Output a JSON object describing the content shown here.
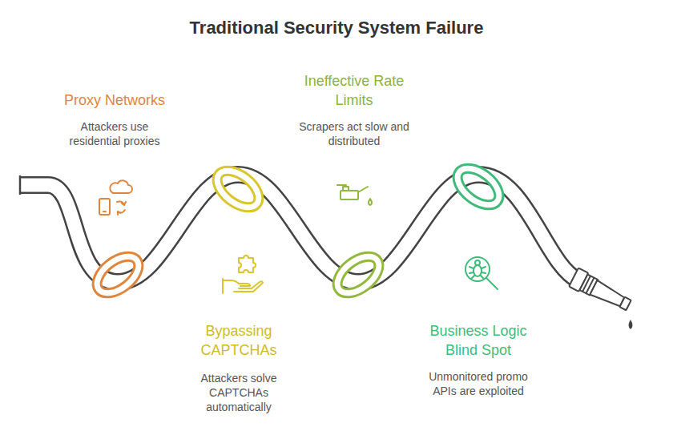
{
  "diagram": {
    "title": "Traditional Security System Failure",
    "nodes": [
      {
        "text": [
          "Proxy Networks",
          "Attackers use residential proxies"
        ]
      },
      {
        "text": [
          "Bypassing CAPTCHAs",
          "Attackers solve CAPTCHAs automatically"
        ]
      },
      {
        "text": [
          "Ineffective Rate Limits",
          "Scrapers act slow and distributed"
        ]
      },
      {
        "text": [
          "Business Logic Blind Spot",
          "Unmonitored promo APIs are exploited"
        ]
      }
    ]
  }
}
